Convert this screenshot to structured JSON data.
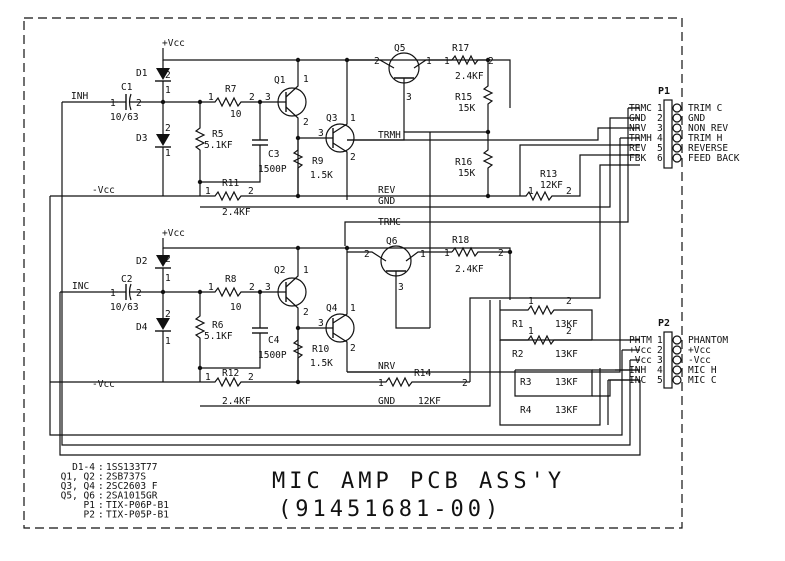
{
  "title": {
    "line1": "MIC AMP PCB ASS'Y",
    "line2": "(91451681-00)"
  },
  "parts_list": [
    {
      "ref": "D1-4",
      "part": "1SS133T77"
    },
    {
      "ref": "Q1, Q2",
      "part": "2SB737S"
    },
    {
      "ref": "Q3, Q4",
      "part": "2SC2603 F"
    },
    {
      "ref": "Q5, Q6",
      "part": "2SA1015GR"
    },
    {
      "ref": "P1",
      "part": "TIX-P06P-B1"
    },
    {
      "ref": "P2",
      "part": "TIX-P05P-B1"
    }
  ],
  "rails": {
    "vcc": "+Vcc",
    "vee": "-Vcc"
  },
  "connector_p1": {
    "ref": "P1",
    "pins": [
      {
        "num": "1",
        "net": "TRMC",
        "desc": "TRIM C"
      },
      {
        "num": "2",
        "net": "GND",
        "desc": "GND"
      },
      {
        "num": "3",
        "net": "NRV",
        "desc": "NON REV"
      },
      {
        "num": "4",
        "net": "TRMH",
        "desc": "TRIM H"
      },
      {
        "num": "5",
        "net": "REV",
        "desc": "REVERSE"
      },
      {
        "num": "6",
        "net": "FBK",
        "desc": "FEED BACK"
      }
    ]
  },
  "connector_p2": {
    "ref": "P2",
    "pins": [
      {
        "num": "1",
        "net": "PHTM",
        "desc": "PHANTOM"
      },
      {
        "num": "2",
        "net": "+Vcc",
        "desc": "+Vcc"
      },
      {
        "num": "3",
        "net": "-Vcc",
        "desc": "-Vcc"
      },
      {
        "num": "4",
        "net": "INH",
        "desc": "MIC H"
      },
      {
        "num": "5",
        "net": "INC",
        "desc": "MIC C"
      }
    ]
  },
  "nets": {
    "inh": "INH",
    "inc": "INC",
    "rev": "REV",
    "gnd": "GND",
    "trmh": "TRMH",
    "trmc": "TRMC",
    "nrv": "NRV"
  },
  "components": {
    "c1": {
      "ref": "C1",
      "value": "10/63"
    },
    "c2": {
      "ref": "C2",
      "value": "10/63"
    },
    "c3": {
      "ref": "C3",
      "value": "1500P"
    },
    "c4": {
      "ref": "C4",
      "value": "1500P"
    },
    "d1": {
      "ref": "D1"
    },
    "d2": {
      "ref": "D2"
    },
    "d3": {
      "ref": "D3"
    },
    "d4": {
      "ref": "D4"
    },
    "q1": {
      "ref": "Q1"
    },
    "q2": {
      "ref": "Q2"
    },
    "q3": {
      "ref": "Q3"
    },
    "q4": {
      "ref": "Q4"
    },
    "q5": {
      "ref": "Q5"
    },
    "q6": {
      "ref": "Q6"
    },
    "r1": {
      "ref": "R1",
      "value": "13KF"
    },
    "r2": {
      "ref": "R2",
      "value": "13KF"
    },
    "r3": {
      "ref": "R3",
      "value": "13KF"
    },
    "r4": {
      "ref": "R4",
      "value": "13KF"
    },
    "r5": {
      "ref": "R5",
      "value": "5.1KF"
    },
    "r6": {
      "ref": "R6",
      "value": "5.1KF"
    },
    "r7": {
      "ref": "R7",
      "value": "10"
    },
    "r8": {
      "ref": "R8",
      "value": "10"
    },
    "r9": {
      "ref": "R9",
      "value": "1.5K"
    },
    "r10": {
      "ref": "R10",
      "value": "1.5K"
    },
    "r11": {
      "ref": "R11",
      "value": "2.4KF"
    },
    "r12": {
      "ref": "R12",
      "value": "2.4KF"
    },
    "r13": {
      "ref": "R13",
      "value": "12KF"
    },
    "r14": {
      "ref": "R14",
      "value": "12KF"
    },
    "r15": {
      "ref": "R15",
      "value": "15K"
    },
    "r16": {
      "ref": "R16",
      "value": "15K"
    },
    "r17": {
      "ref": "R17",
      "value": "2.4KF"
    },
    "r18": {
      "ref": "R18",
      "value": "2.4KF"
    }
  },
  "pin_numbers": {
    "p1": "1",
    "p2": "2",
    "p3": "3"
  }
}
